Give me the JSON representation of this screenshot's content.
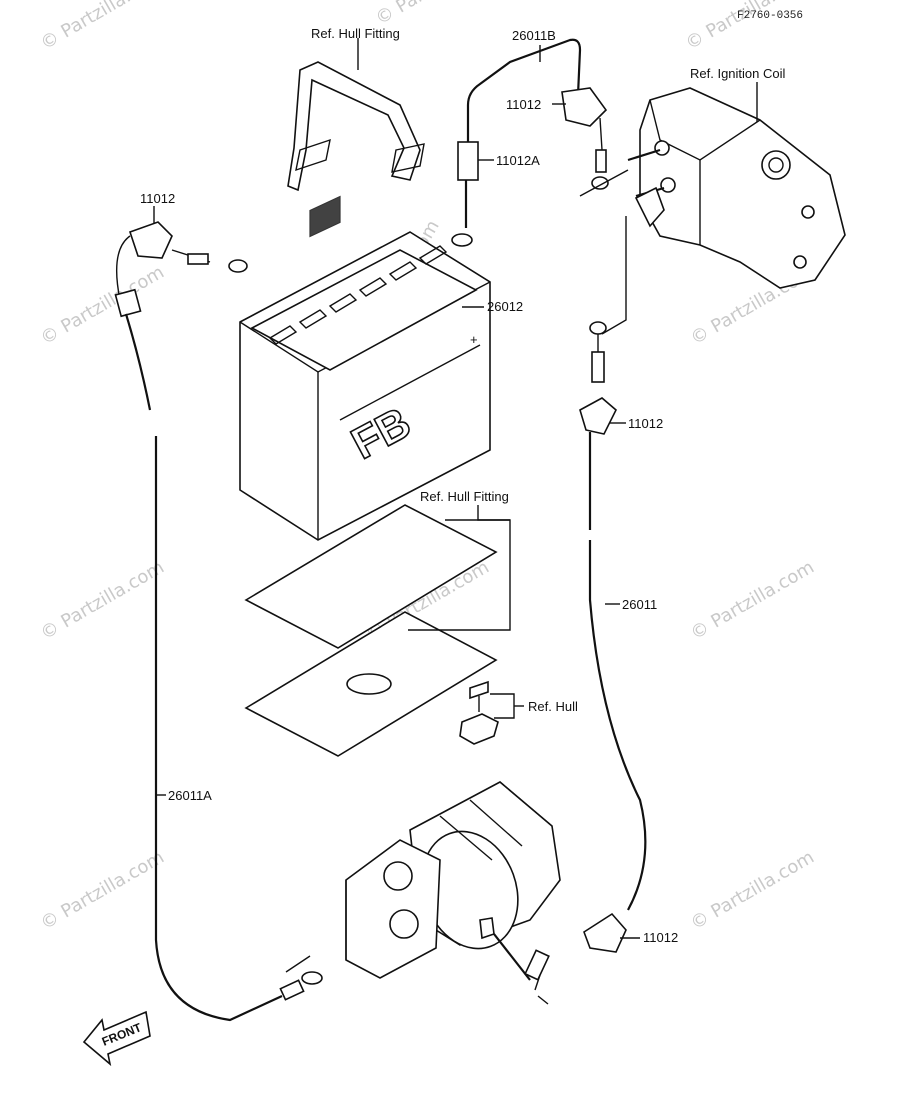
{
  "drawing_code": "F2760-0356",
  "watermark": "© Partzilla.com",
  "labels": {
    "ref_hull_fitting_top": "Ref. Hull Fitting",
    "p26011B": "26011B",
    "p11012_top_mid": "11012",
    "ref_ignition_coil": "Ref. Ignition Coil",
    "p11012A": "11012A",
    "p11012_left": "11012",
    "p26012": "26012",
    "p11012_right": "11012",
    "ref_hull_fitting_mid": "Ref. Hull Fitting",
    "p26011": "26011",
    "ref_hull": "Ref. Hull",
    "p26011A": "26011A",
    "p11012_bottom": "11012",
    "front": "FRONT"
  },
  "battery_marking": "FB"
}
